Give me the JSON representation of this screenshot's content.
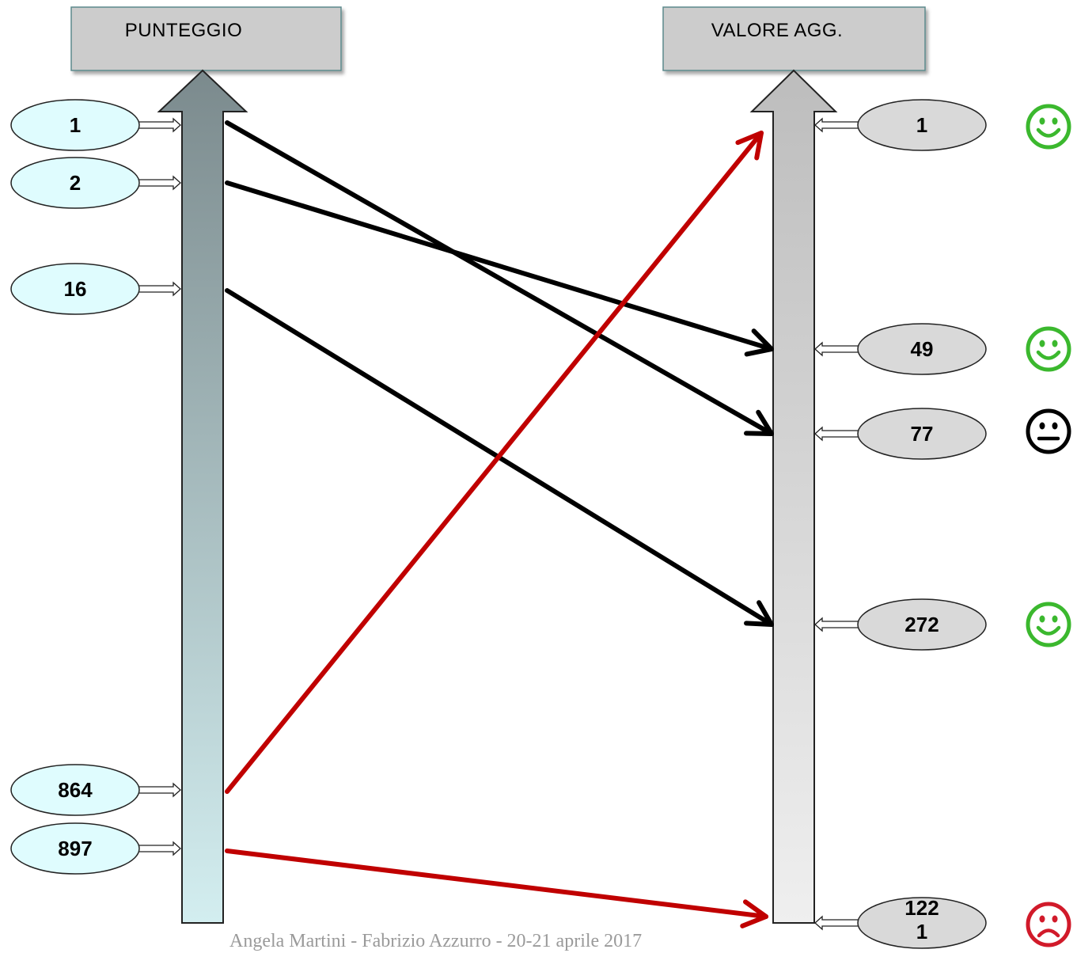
{
  "headers": {
    "left": "PUNTEGGIO",
    "right": "VALORE AGG."
  },
  "left_ovals": [
    {
      "label": "1"
    },
    {
      "label": "2"
    },
    {
      "label": "16"
    },
    {
      "label": "864"
    },
    {
      "label": "897"
    }
  ],
  "right_ovals": [
    {
      "label": "1",
      "face": "happy"
    },
    {
      "label": "49",
      "face": "happy"
    },
    {
      "label": "77",
      "face": "neutral"
    },
    {
      "label": "272",
      "face": "happy"
    },
    {
      "label": "122\n1",
      "face": "sad"
    }
  ],
  "connections": [
    {
      "from": "1",
      "to": "77",
      "color": "#000000"
    },
    {
      "from": "2",
      "to": "49",
      "color": "#000000"
    },
    {
      "from": "16",
      "to": "272",
      "color": "#000000"
    },
    {
      "from": "864",
      "to": "1",
      "color": "#c00000"
    },
    {
      "from": "897",
      "to": "122\n1",
      "color": "#c00000"
    }
  ],
  "colors": {
    "left_oval_fill": "#dffcfe",
    "right_oval_fill": "#d9d9d9",
    "happy_face": "#3bb82e",
    "neutral_face": "#000000",
    "sad_face": "#d11a2a",
    "header_fill": "#cccccc"
  },
  "footer": "Angela Martini - Fabrizio Azzurro - 20-21 aprile 2017"
}
